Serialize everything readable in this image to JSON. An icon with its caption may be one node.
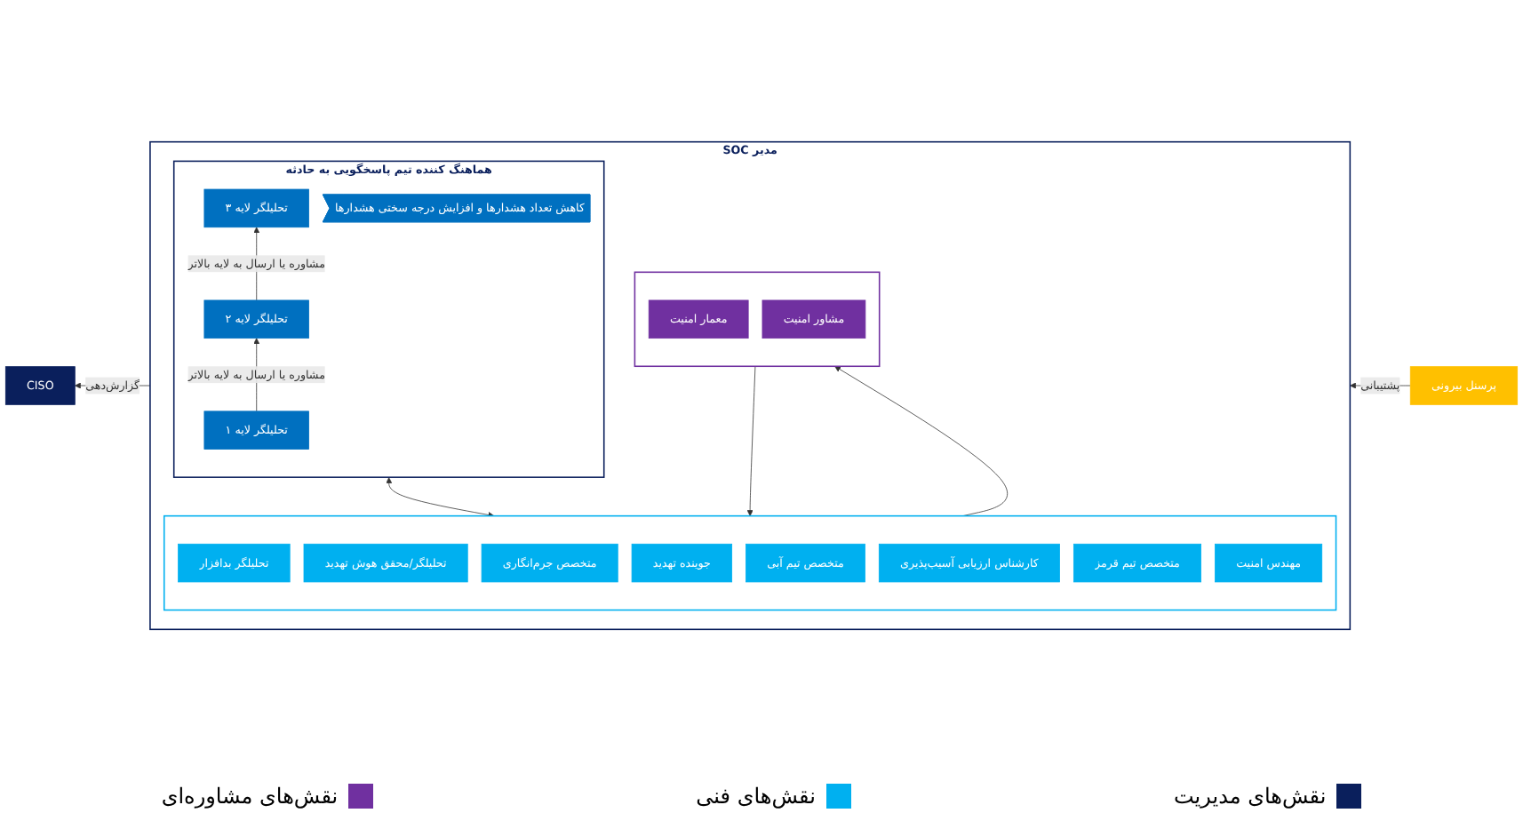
{
  "diagram": {
    "nodes": [
      {
        "text": [
          "مدیر SOC"
        ]
      },
      {
        "text": [
          "CISO"
        ]
      },
      {
        "text": [
          "هماهنگ کننده تیم پاسخگویی به حادثه"
        ],
        "in": 0
      },
      {
        "text": [
          "تحلیلگر لایه ۳"
        ],
        "in": 2
      },
      {
        "text": [
          "تحلیلگر لایه ۲"
        ],
        "in": 2
      },
      {
        "text": [
          "تحلیلگر لایه ۱"
        ],
        "in": 2
      },
      {
        "text": [
          "کاهش تعداد هشدارها و افزایش درجه سختی هشدارها"
        ],
        "in": 2
      },
      {
        "text": [],
        "shape": "box",
        "in": 0
      },
      {
        "text": [
          "تحلیلگر بدافزار"
        ],
        "in": 7
      },
      {
        "text": [
          "تحلیلگر/محقق هوش تهدید"
        ],
        "in": 7
      },
      {
        "text": [
          "متخصص جرم‌انگاری"
        ],
        "in": 7
      },
      {
        "text": [
          "جوینده تهدید"
        ],
        "in": 7
      },
      {
        "text": [
          "متخصص تیم آبی"
        ],
        "in": 7
      },
      {
        "text": [
          "کارشناس ارزیابی آسیب‌پذیری"
        ],
        "in": 7
      },
      {
        "text": [
          "متخصص تیم قرمز"
        ],
        "in": 7
      },
      {
        "text": [
          "مهندس امنیت"
        ],
        "in": 7
      },
      {
        "text": [],
        "shape": "box",
        "in": 0
      },
      {
        "text": [
          "معمار امنیت"
        ],
        "in": 16
      },
      {
        "text": [
          "مشاور امنیت"
        ],
        "in": 16
      },
      {
        "text": [
          "پرسنل بیرونی"
        ]
      }
    ],
    "edges": [
      {
        "from": 0,
        "to": 1,
        "arrow": "to",
        "label": "گزارش‌دهی"
      },
      {
        "from": 5,
        "to": 4,
        "arrow": "to",
        "label": "مشاوره یا ارسال به لایه بالاتر"
      },
      {
        "from": 4,
        "to": 3,
        "arrow": "to",
        "label": "مشاوره یا ارسال به لایه بالاتر"
      },
      {
        "from": 2,
        "to": 7,
        "arrow": "both"
      },
      {
        "from": 7,
        "to": 16,
        "arrow": "to"
      },
      {
        "from": 16,
        "to": 7,
        "arrow": "to"
      },
      {
        "from": 19,
        "to": 0,
        "arrow": "to",
        "label": "پشتیبانی"
      }
    ],
    "legend": [
      {
        "text": "نقش‌های مدیریت",
        "color": "#0a1f5c"
      },
      {
        "text": "نقش‌های فنی",
        "color": "#00b0f0"
      },
      {
        "text": "نقش‌های مشاوره‌ای",
        "color": "#7030a0"
      }
    ]
  }
}
